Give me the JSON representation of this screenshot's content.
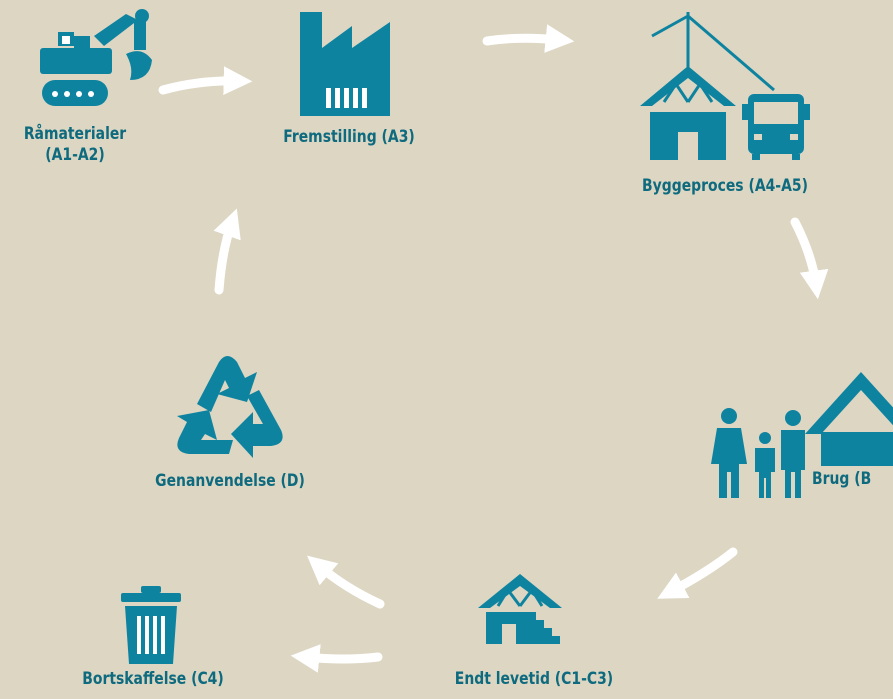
{
  "colors": {
    "background": "#dcd6c3",
    "icon": "#0e83a0",
    "label": "#0e6a7e",
    "arrow": "#ffffff"
  },
  "stages": {
    "raw_materials": {
      "line1": "Råmaterialer",
      "line2": "(A1-A2)",
      "icon": "excavator-icon"
    },
    "manufacturing": {
      "label": "Fremstilling (A3)",
      "icon": "factory-icon"
    },
    "construction": {
      "label": "Byggeproces (A4-A5)",
      "icon": "house-crane-truck-icon"
    },
    "use": {
      "label": "Brug (B",
      "icon": "family-house-icon"
    },
    "end_of_life": {
      "label": "Endt levetid (C1-C3)",
      "icon": "demolished-house-icon"
    },
    "disposal": {
      "label": "Bortskaffelse (C4)",
      "icon": "trash-can-icon"
    },
    "recycling": {
      "label": "Genanvendelse (D)",
      "icon": "recycle-icon"
    }
  }
}
